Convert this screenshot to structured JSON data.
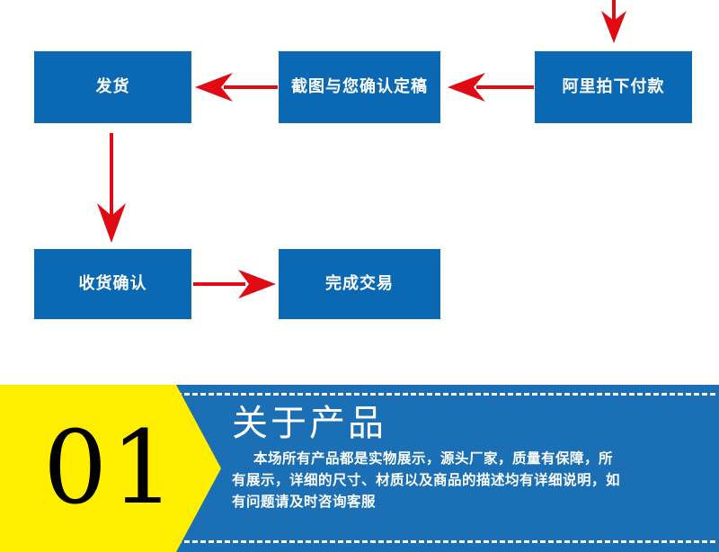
{
  "flowchart": {
    "boxes": [
      {
        "id": "fahuo",
        "label": "发货"
      },
      {
        "id": "jietu",
        "label": "截图与您确认定稿"
      },
      {
        "id": "alipay",
        "label": "阿里拍下付款"
      },
      {
        "id": "shouhuo",
        "label": "收货确认"
      },
      {
        "id": "wancheng",
        "label": "完成交易"
      }
    ],
    "arrows": [
      {
        "id": "arrow-top",
        "icon": "arrow-down-icon",
        "direction": "down"
      },
      {
        "id": "arrow-r2m",
        "icon": "arrow-left-icon",
        "direction": "left"
      },
      {
        "id": "arrow-m2l",
        "icon": "arrow-left-icon",
        "direction": "left"
      },
      {
        "id": "arrow-down",
        "icon": "arrow-down-icon",
        "direction": "down"
      },
      {
        "id": "arrow-right2",
        "icon": "arrow-right-icon",
        "direction": "right"
      }
    ],
    "colors": {
      "box_fill": "#0b69b4",
      "box_text": "#ffffff",
      "arrow": "#e10a12"
    }
  },
  "banner": {
    "number": "01",
    "heading": "关于产品",
    "body": "本场所有产品都是实物展示，源头厂家，质量有保障，所有展示，详细的尺寸、材质以及商品的描述均有详细说明，如有问题请及时咨询客服",
    "colors": {
      "background": "#1a6fb5",
      "badge": "#ffee00",
      "text": "#ffffff",
      "number": "#000000"
    }
  }
}
